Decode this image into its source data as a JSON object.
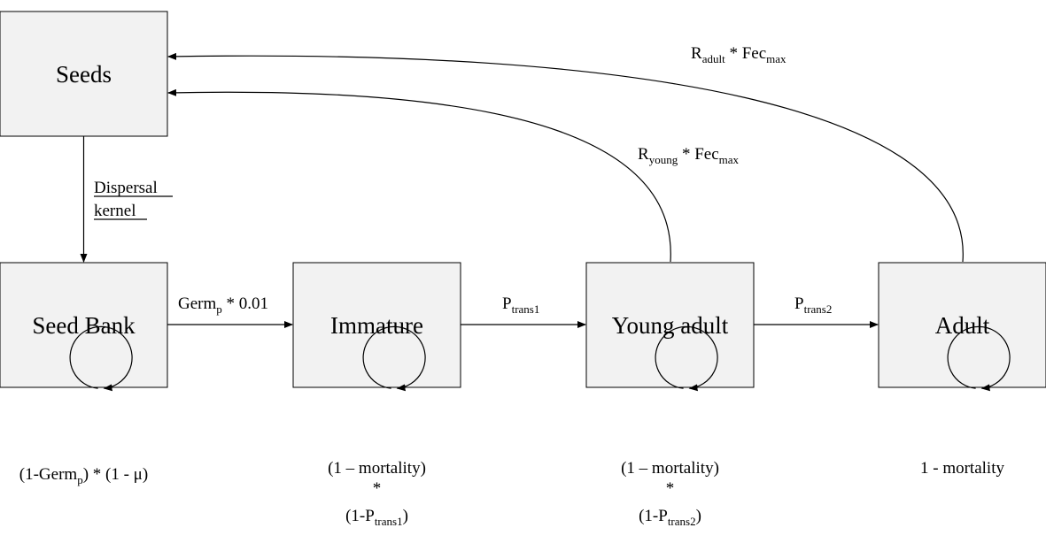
{
  "nodes": {
    "seeds": "Seeds",
    "seed_bank": "Seed Bank",
    "immature": "Immature",
    "young_adult": "Young adult",
    "adult": "Adult"
  },
  "edges": {
    "dispersal_line1": "Dispersal",
    "dispersal_line2": "kernel",
    "germ_main": "Germ",
    "germ_sub": "p",
    "germ_rest": " * 0.01",
    "ptrans1_main": "P",
    "ptrans1_sub": "trans1",
    "ptrans2_main": "P",
    "ptrans2_sub": "trans2",
    "radult_main": "R",
    "radult_sub": "adult",
    "radult_mid": " * Fec",
    "radult_sub2": "max",
    "ryoung_main": "R",
    "ryoung_sub": "young",
    "ryoung_mid": " * Fec",
    "ryoung_sub2": "max"
  },
  "loops": {
    "seed_bank": {
      "a": "(1-Germ",
      "sub": "p",
      "b": ") * (1 - μ)"
    },
    "immature": {
      "line1": "(1 – mortality)",
      "line2": "*",
      "line3_a": "(1-P",
      "line3_sub": "trans1",
      "line3_b": ")"
    },
    "young_adult": {
      "line1": "(1 – mortality)",
      "line2": "*",
      "line3_a": "(1-P",
      "line3_sub": "trans2",
      "line3_b": ")"
    },
    "adult": {
      "line1": "1 - mortality"
    }
  }
}
